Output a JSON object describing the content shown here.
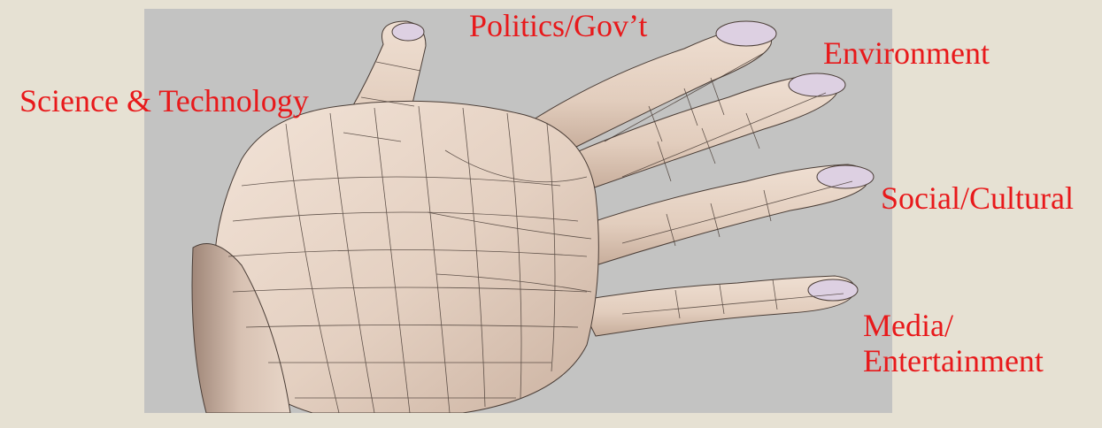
{
  "colors": {
    "background": "#e6e1d3",
    "viewport": "#c3c3c2",
    "skin": "#e7d4c6",
    "skin_shadow": "#b79e8d",
    "wire": "#4a3d36",
    "nail": "#ddd0e2",
    "label": "#e8191b"
  },
  "figure": {
    "subject": "hand"
  },
  "labels": {
    "science": "Science & Technology",
    "politics": "Politics/Gov’t",
    "environment": "Environment",
    "social": "Social/Cultural",
    "media_line1": "Media/",
    "media_line2": "Entertainment"
  }
}
